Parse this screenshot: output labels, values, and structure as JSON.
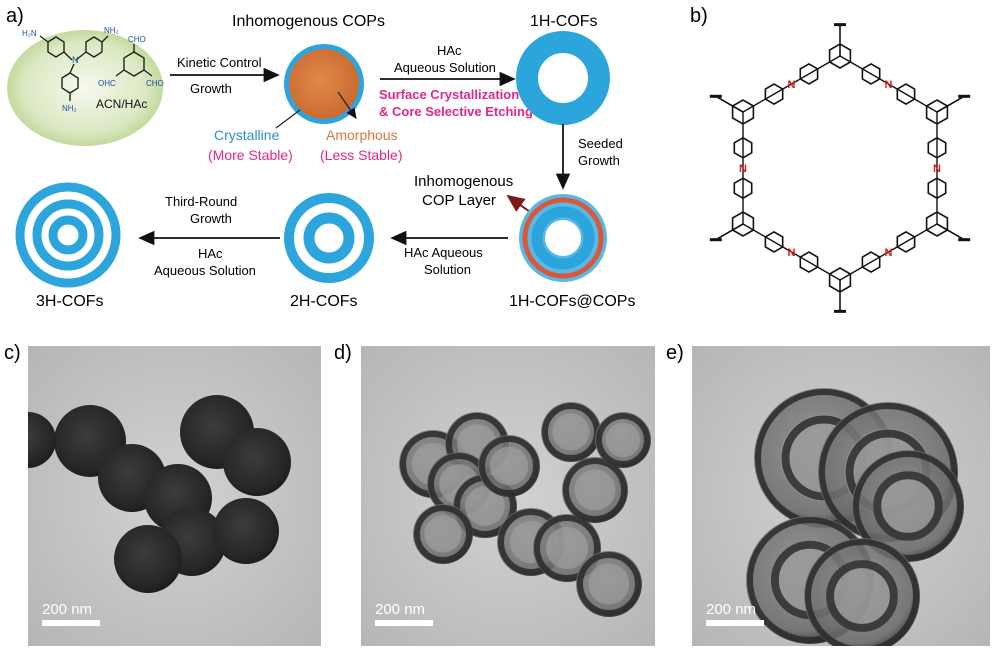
{
  "panel_labels": {
    "a": "a)",
    "b": "b)",
    "c": "c)",
    "d": "d)",
    "e": "e)"
  },
  "scheme": {
    "monomer_box": {
      "solvent": "ACN/HAc",
      "nh2": "NH₂",
      "h2n": "H₂N",
      "cho": "CHO",
      "ohc": "OHC"
    },
    "step1": {
      "line1": "Kinetic Control",
      "line2": "Growth"
    },
    "inhomogenous_cops": "Inhomogenous COPs",
    "crystalline": "Crystalline",
    "more_stable": "(More Stable)",
    "amorphous": "Amorphous",
    "less_stable": "(Less Stable)",
    "step2": {
      "line1": "HAc",
      "line2": "Aqueous Solution",
      "pink1": "Surface Crystallization",
      "pink2": "& Core Selective Etching"
    },
    "product1": "1H-COFs",
    "step3": {
      "line1": "Seeded",
      "line2": "Growth"
    },
    "layer_label": {
      "line1": "Inhomogenous",
      "line2": "COP Layer"
    },
    "product_core_shell": "1H-COFs@COPs",
    "step4": {
      "line1": "HAc Aqueous",
      "line2": "Solution"
    },
    "product2": "2H-COFs",
    "step5": {
      "line1": "Third-Round",
      "line2": "Growth",
      "line3": "HAc",
      "line4": "Aqueous Solution"
    },
    "product3": "3H-COFs",
    "colors": {
      "cof_blue": "#2ca4dc",
      "cop_orange": "#d9783a",
      "pink": "#e0288a",
      "teal": "#2a8fc9",
      "green_bg": "#c8dea2"
    }
  },
  "structure": {
    "atom_N": "N"
  },
  "tem": {
    "c": {
      "scale_bar": "200 nm"
    },
    "d": {
      "scale_bar": "200 nm"
    },
    "e": {
      "scale_bar": "200 nm"
    }
  }
}
